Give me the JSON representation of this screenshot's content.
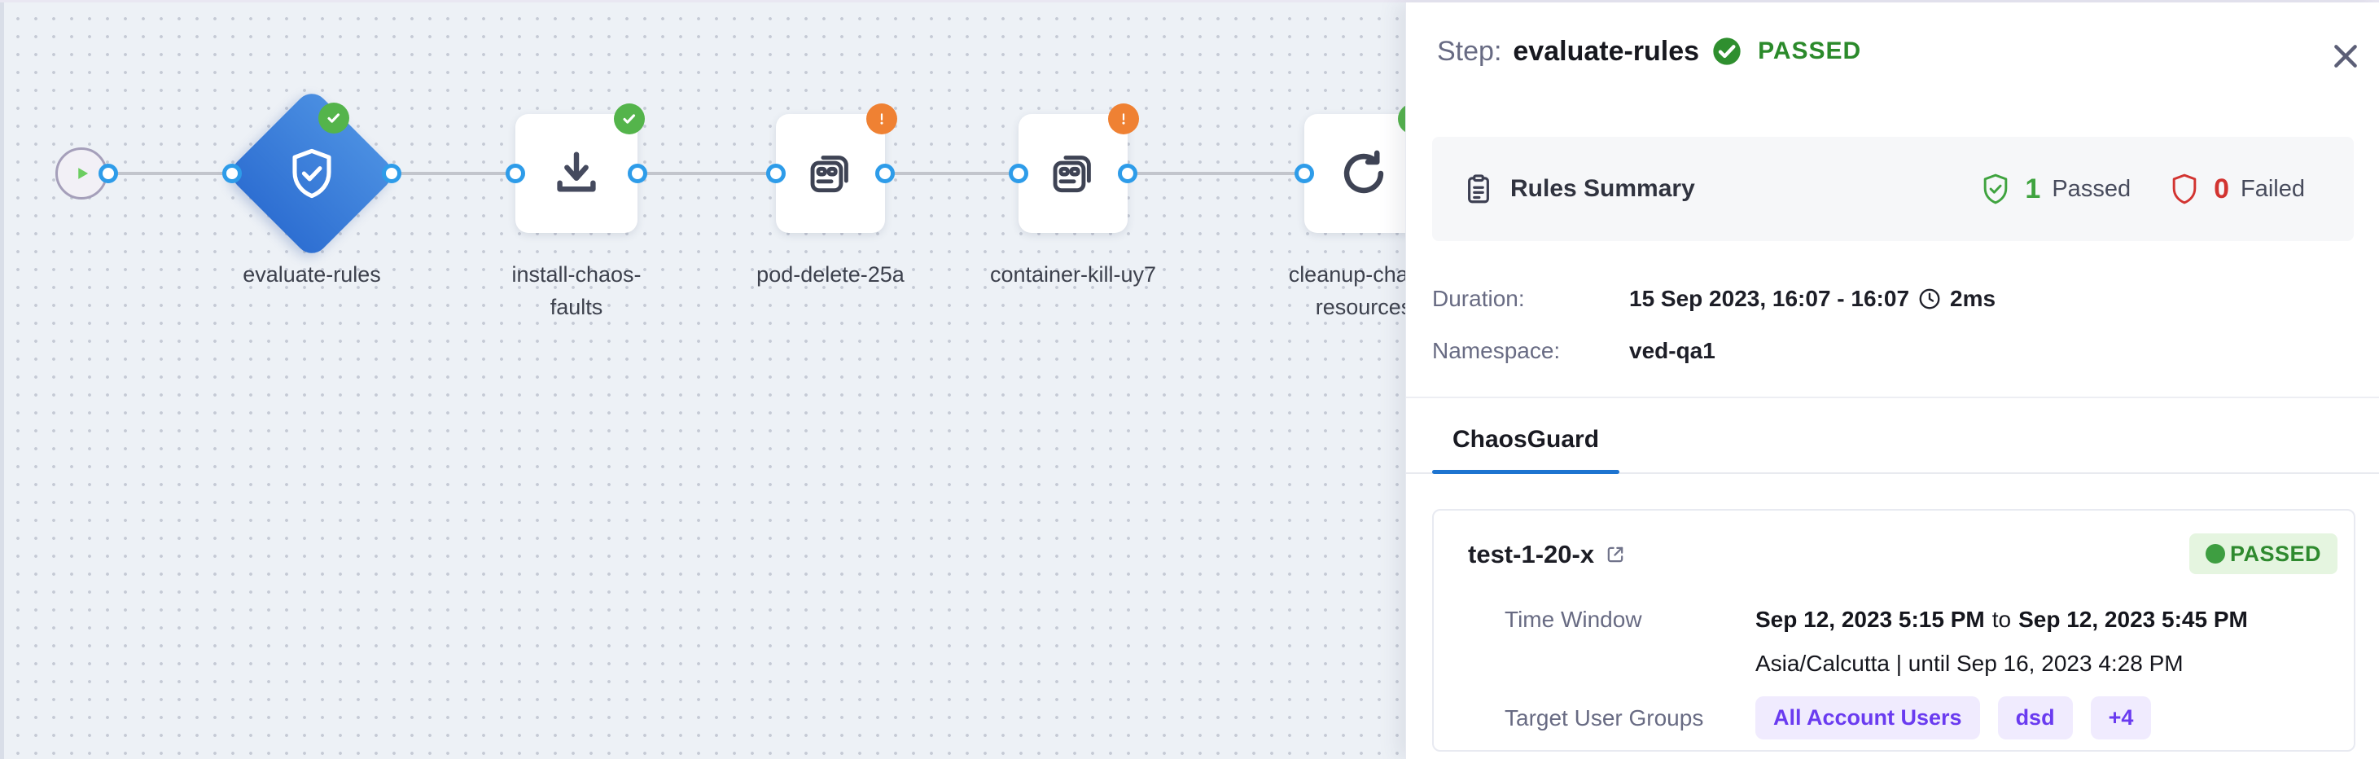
{
  "pipeline": {
    "nodes": [
      {
        "id": "start",
        "type": "start"
      },
      {
        "id": "evaluate-rules",
        "label": "evaluate-rules",
        "type": "chaosguard-step",
        "status": "passed"
      },
      {
        "id": "install-chaos-faults",
        "label": "install-chaos-faults",
        "type": "install-step",
        "status": "passed"
      },
      {
        "id": "pod-delete-25a",
        "label": "pod-delete-25a",
        "type": "chaos-fault",
        "status": "warning"
      },
      {
        "id": "container-kill-uy7",
        "label": "container-kill-uy7",
        "type": "chaos-fault",
        "status": "warning"
      },
      {
        "id": "cleanup-chaos-resources",
        "label": "cleanup-chaos-resources",
        "type": "cleanup-step",
        "status": "passed"
      }
    ]
  },
  "panel": {
    "title_prefix": "Step:",
    "title": "evaluate-rules",
    "status": "PASSED",
    "rules_summary": {
      "label": "Rules Summary",
      "passed_count": "1",
      "passed_label": "Passed",
      "failed_count": "0",
      "failed_label": "Failed"
    },
    "duration": {
      "label": "Duration:",
      "value": "15 Sep 2023, 16:07 - 16:07",
      "elapsed": "2ms"
    },
    "namespace": {
      "label": "Namespace:",
      "value": "ved-qa1"
    },
    "tabs": [
      {
        "label": "ChaosGuard",
        "active": true
      }
    ],
    "guard_card": {
      "name": "test-1-20-x",
      "status": "PASSED",
      "time_window_label": "Time Window",
      "time_window_start": "Sep 12, 2023 5:15 PM",
      "time_window_join": "to",
      "time_window_end": "Sep 12, 2023 5:45 PM",
      "timezone_line": "Asia/Calcutta | until Sep 16, 2023 4:28 PM",
      "target_user_groups_label": "Target User Groups",
      "user_groups": [
        "All Account Users",
        "dsd",
        "+4"
      ]
    }
  },
  "icons": {
    "play": "play-icon",
    "check": "check-icon",
    "warning": "warning-icon",
    "shield_check": "shield-check-icon",
    "download": "download-icon",
    "chaos_fault": "chaos-fault-icon",
    "refresh": "refresh-icon",
    "clipboard": "clipboard-icon",
    "clock": "clock-icon",
    "external_link": "external-link-icon",
    "close": "close-icon"
  },
  "colors": {
    "success_green": "#2e8b2e",
    "badge_green": "#54b44b",
    "warning_orange": "#ef8133",
    "error_red": "#d23431",
    "accent_blue": "#1d74d0",
    "node_blue": "#3a7dd9",
    "port_blue": "#2e9ce9",
    "purple_tag": "#6a3bf0"
  }
}
